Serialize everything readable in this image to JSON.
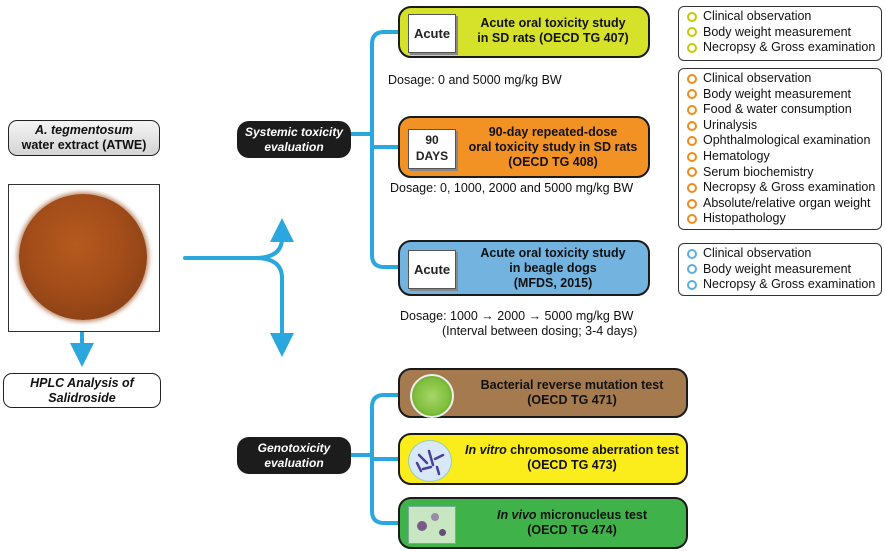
{
  "left": {
    "extract_label_line1": "A. tegmentosum",
    "extract_label_line2": "water extract (ATWE)",
    "hplc_label_line1": "HPLC Analysis of",
    "hplc_label_line2": "Salidroside"
  },
  "categories": {
    "systemic": [
      "Systemic toxicity",
      "evaluation"
    ],
    "genotoxicity": [
      "Genotoxicity",
      "evaluation"
    ]
  },
  "studies": {
    "acute_rats": {
      "icon_text": "Acute",
      "line1": "Acute oral toxicity study",
      "line2": "in SD rats (OECD TG 407)",
      "dosage": "Dosage: 0 and 5000 mg/kg BW",
      "color": "#d6e22a",
      "endpoints": [
        "Clinical observation",
        "Body weight measurement",
        "Necropsy & Gross examination"
      ]
    },
    "repeated_90day": {
      "icon_text_top": "90",
      "icon_text_bottom": "DAYS",
      "line1": "90-day repeated-dose",
      "line2": "oral toxicity study in SD rats",
      "line3": "(OECD TG 408)",
      "dosage": "Dosage: 0, 1000, 2000 and 5000 mg/kg BW",
      "color": "#f39224",
      "endpoints": [
        "Clinical observation",
        "Body weight measurement",
        "Food & water consumption",
        "Urinalysis",
        "Ophthalmological examination",
        "Hematology",
        "Serum biochemistry",
        "Necropsy & Gross examination",
        "Absolute/relative organ weight",
        "Histopathology"
      ]
    },
    "acute_dogs": {
      "icon_text": "Acute",
      "line1": "Acute oral toxicity study",
      "line2": "in beagle dogs",
      "line3": "(MFDS, 2015)",
      "dosage_line1": "Dosage: 1000 → 2000 → 5000 mg/kg BW",
      "dosage_line2": "(Interval between dosing; 3-4 days)",
      "color": "#72b3e0",
      "endpoints": [
        "Clinical observation",
        "Body weight measurement",
        "Necropsy & Gross examination"
      ]
    },
    "bacterial": {
      "line1": "Bacterial reverse mutation test",
      "line2": "(OECD TG 471)",
      "color": "#a47a4e"
    },
    "chromosome": {
      "line1_italic": "In vitro",
      "line1_rest": " chromosome aberration test",
      "line2": "(OECD TG 473)",
      "color": "#fbec1c"
    },
    "micronucleus": {
      "line1_italic": "In vivo",
      "line1_rest": " micronucleus test",
      "line2": "(OECD TG 474)",
      "color": "#3fb34a"
    }
  },
  "colors": {
    "arrow": "#2aa7df",
    "pill": "#1c1c1c"
  }
}
